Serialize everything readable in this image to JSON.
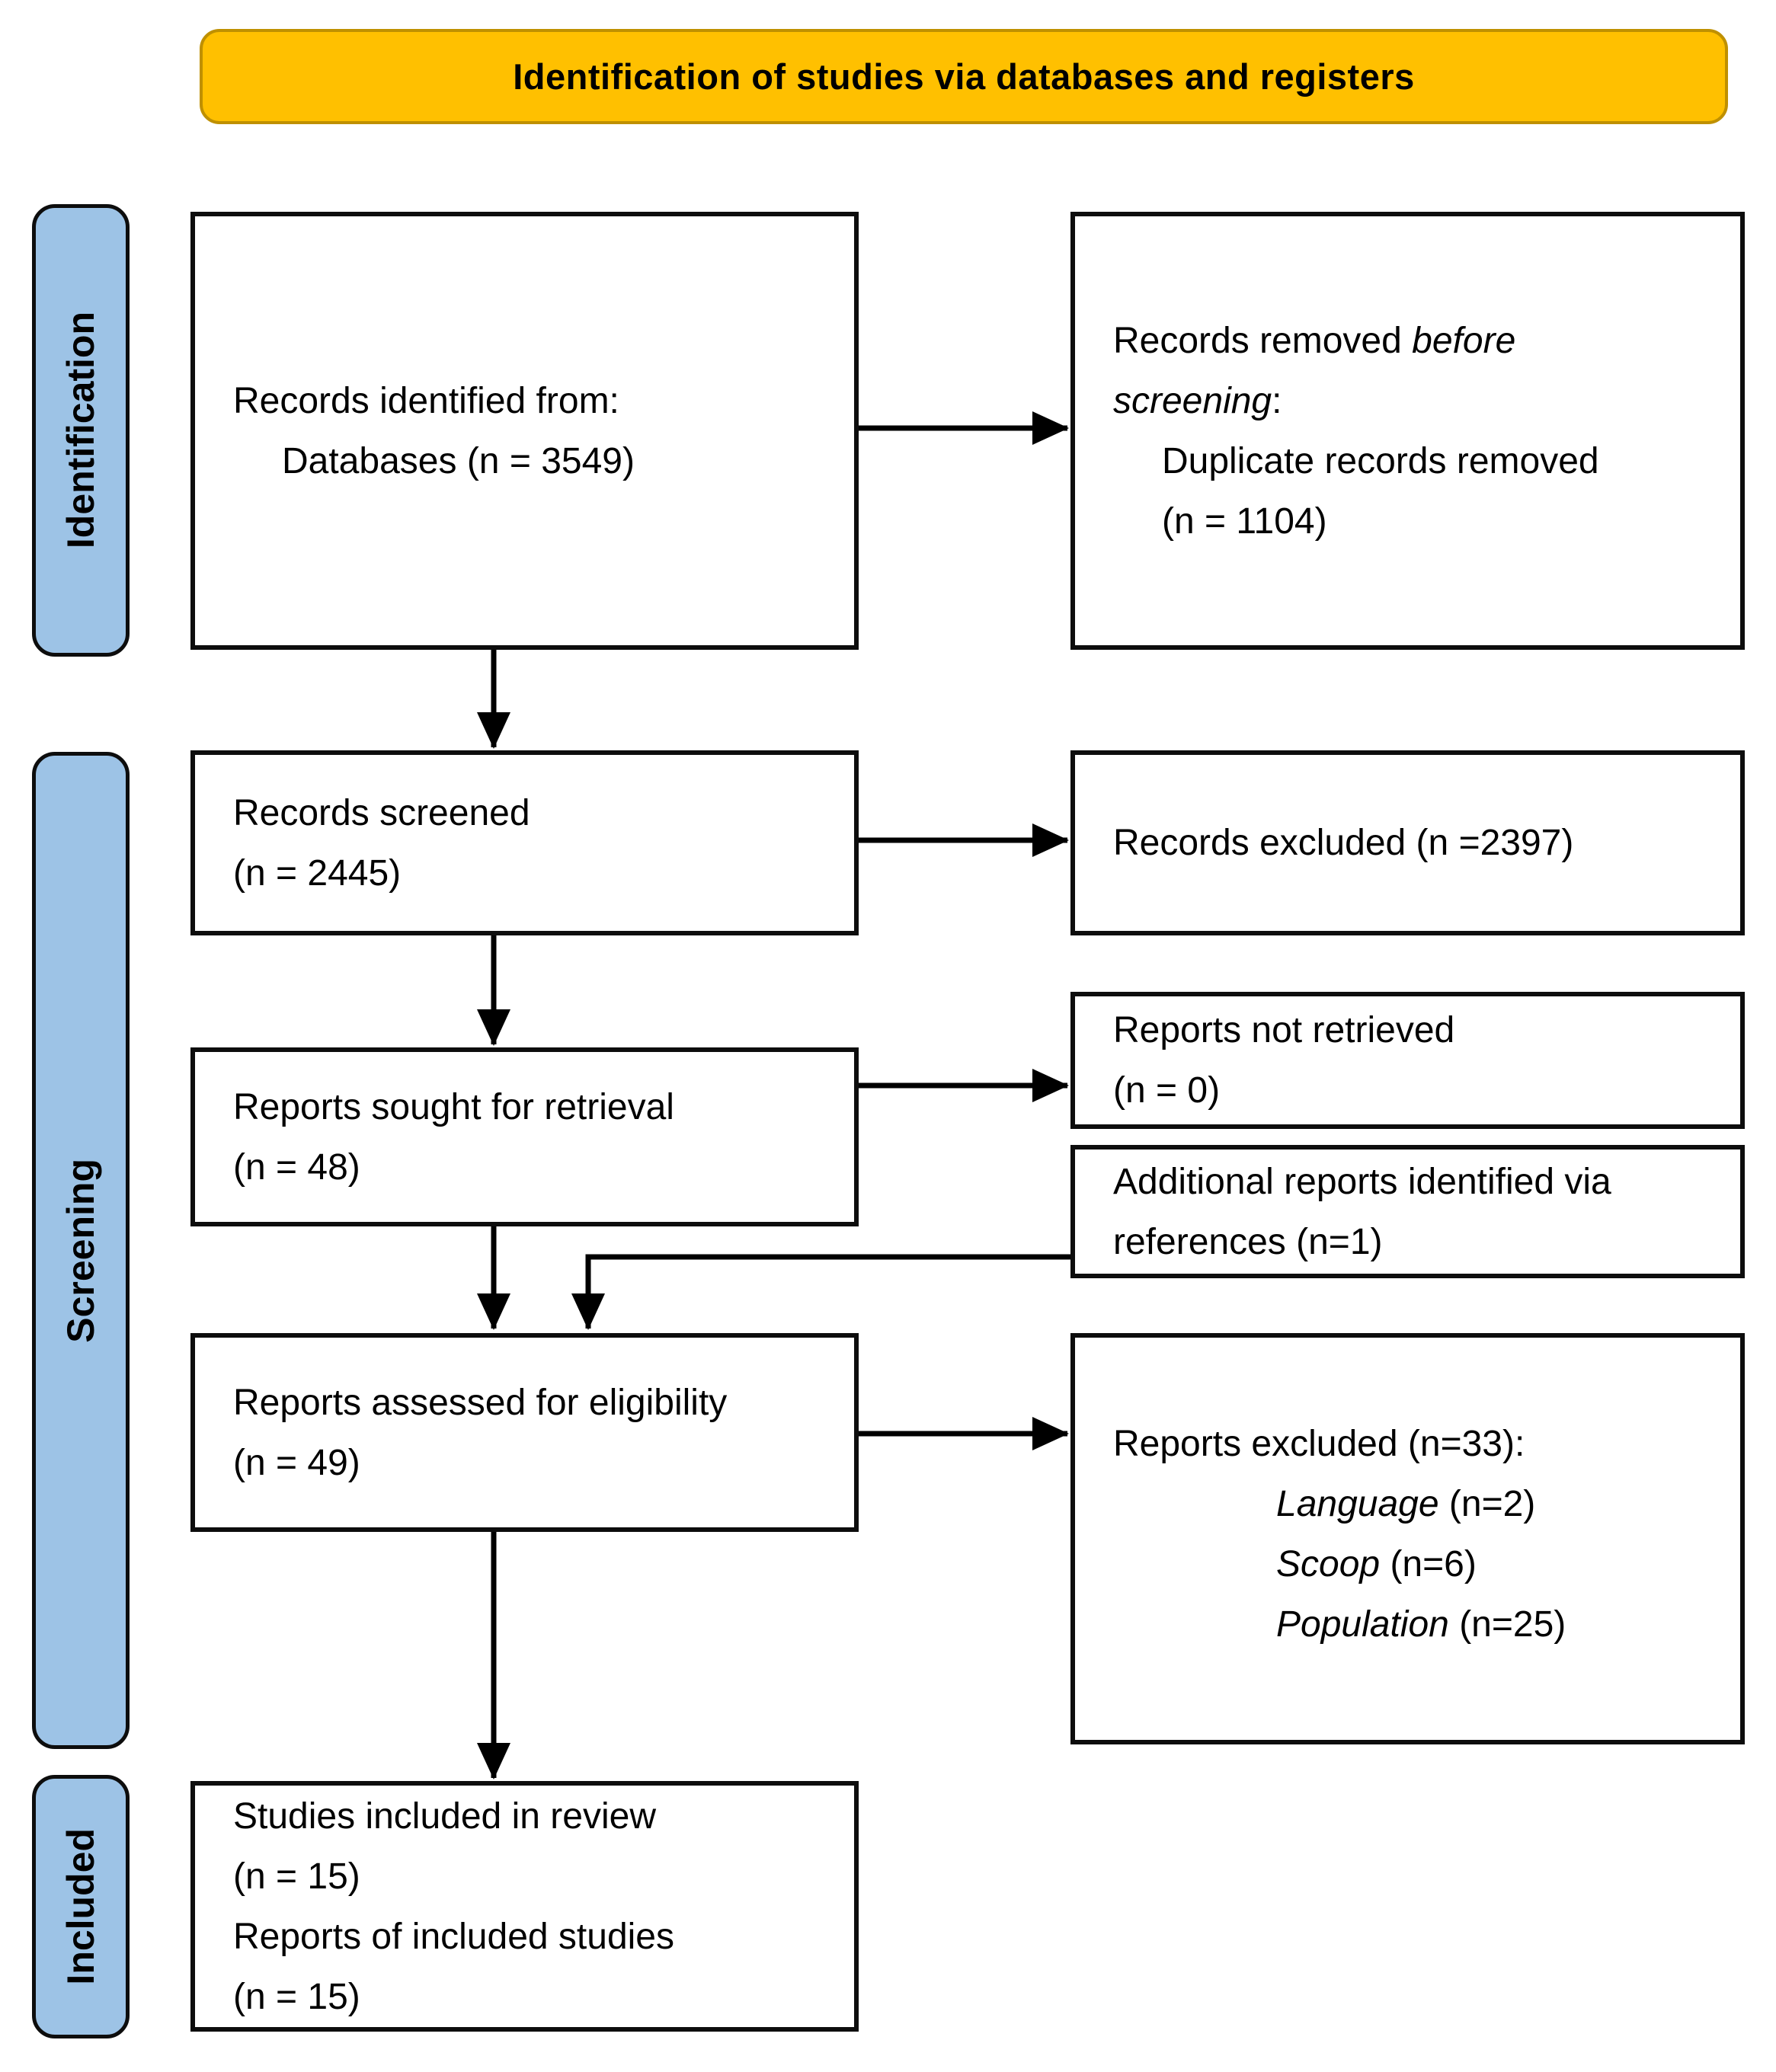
{
  "banner": {
    "title": "Identification of studies via databases and registers"
  },
  "stages": [
    {
      "label": "Identification"
    },
    {
      "label": "Screening"
    },
    {
      "label": "Included"
    }
  ],
  "colors": {
    "banner_fill": "#FFC000",
    "banner_border": "#BF9000",
    "stage_fill": "#9DC3E6",
    "arrow": "#000000",
    "background": "#FFFFFF"
  },
  "boxes": {
    "records_identified": {
      "lines": [
        {
          "indent": 0,
          "segments": [
            {
              "text": "Records identified from:"
            }
          ]
        },
        {
          "indent": 1,
          "segments": [
            {
              "text": "Databases (n = 3549)"
            }
          ]
        }
      ]
    },
    "records_removed": {
      "lines": [
        {
          "indent": 0,
          "segments": [
            {
              "text": "Records removed "
            },
            {
              "text": "before",
              "italic": true
            }
          ]
        },
        {
          "indent": 0,
          "segments": [
            {
              "text": "screening",
              "italic": true
            },
            {
              "text": ":"
            }
          ]
        },
        {
          "indent": 1,
          "segments": [
            {
              "text": "Duplicate records removed"
            }
          ]
        },
        {
          "indent": 1,
          "segments": [
            {
              "text": "(n = 1104)"
            }
          ]
        }
      ]
    },
    "records_screened": {
      "lines": [
        {
          "indent": 0,
          "segments": [
            {
              "text": "Records screened"
            }
          ]
        },
        {
          "indent": 0,
          "segments": [
            {
              "text": "(n = 2445)"
            }
          ]
        }
      ]
    },
    "records_excluded": {
      "lines": [
        {
          "indent": 0,
          "segments": [
            {
              "text": "Records excluded (n =2397)"
            }
          ]
        }
      ]
    },
    "reports_sought": {
      "lines": [
        {
          "indent": 0,
          "segments": [
            {
              "text": "Reports sought for retrieval"
            }
          ]
        },
        {
          "indent": 0,
          "segments": [
            {
              "text": "(n = 48)"
            }
          ]
        }
      ]
    },
    "reports_not_retrieved": {
      "lines": [
        {
          "indent": 0,
          "segments": [
            {
              "text": "Reports not retrieved"
            }
          ]
        },
        {
          "indent": 0,
          "segments": [
            {
              "text": "(n = 0)"
            }
          ]
        }
      ]
    },
    "additional_reports": {
      "lines": [
        {
          "indent": 0,
          "segments": [
            {
              "text": "Additional reports identified via"
            }
          ]
        },
        {
          "indent": 0,
          "segments": [
            {
              "text": "references (n=1)"
            }
          ]
        }
      ]
    },
    "reports_assessed": {
      "lines": [
        {
          "indent": 0,
          "segments": [
            {
              "text": "Reports assessed for eligibility"
            }
          ]
        },
        {
          "indent": 0,
          "segments": [
            {
              "text": "(n = 49)"
            }
          ]
        }
      ]
    },
    "reports_excluded": {
      "lines": [
        {
          "indent": 0,
          "segments": [
            {
              "text": "Reports excluded (n=33):"
            }
          ]
        },
        {
          "indent": 2,
          "segments": [
            {
              "text": "Language",
              "italic": true
            },
            {
              "text": " (n=2)"
            }
          ]
        },
        {
          "indent": 2,
          "segments": [
            {
              "text": "Scoop",
              "italic": true
            },
            {
              "text": " (n=6)"
            }
          ]
        },
        {
          "indent": 2,
          "segments": [
            {
              "text": "Population",
              "italic": true
            },
            {
              "text": " (n=25)"
            }
          ]
        }
      ]
    },
    "studies_included": {
      "lines": [
        {
          "indent": 0,
          "segments": [
            {
              "text": "Studies included in review"
            }
          ]
        },
        {
          "indent": 0,
          "segments": [
            {
              "text": "(n = 15)"
            }
          ]
        },
        {
          "indent": 0,
          "segments": [
            {
              "text": "Reports of included studies"
            }
          ]
        },
        {
          "indent": 0,
          "segments": [
            {
              "text": "(n = 15)"
            }
          ]
        }
      ]
    }
  }
}
